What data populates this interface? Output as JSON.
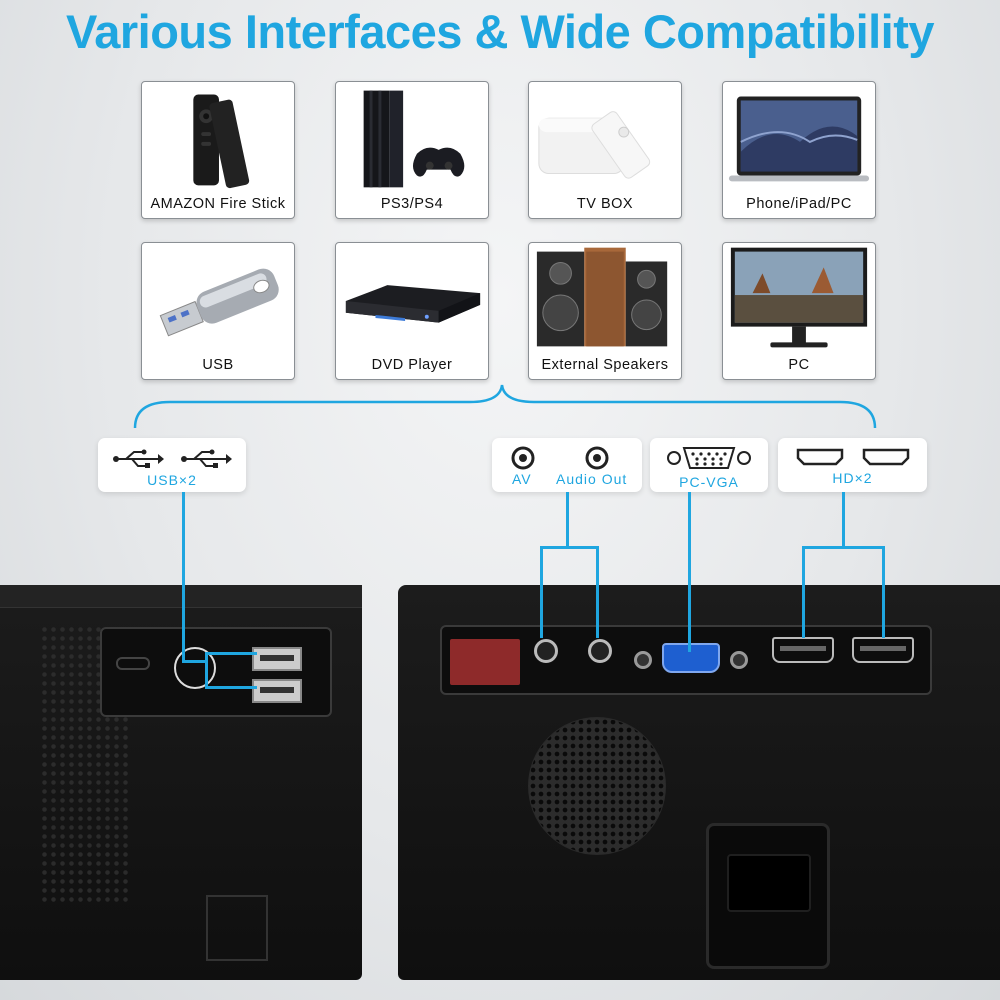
{
  "title": "Various Interfaces & Wide Compatibility",
  "devices": [
    {
      "label": "AMAZON Fire Stick",
      "icon": "fire-stick-remote-icon"
    },
    {
      "label": "PS3/PS4",
      "icon": "game-console-icon"
    },
    {
      "label": "TV BOX",
      "icon": "tv-box-icon"
    },
    {
      "label": "Phone/iPad/PC",
      "icon": "laptop-icon"
    },
    {
      "label": "USB",
      "icon": "usb-drive-icon"
    },
    {
      "label": "DVD Player",
      "icon": "dvd-player-icon"
    },
    {
      "label": "External Speakers",
      "icon": "speakers-icon"
    },
    {
      "label": "PC",
      "icon": "monitor-icon"
    }
  ],
  "ports": {
    "usb": "USB×2",
    "av": "AV",
    "audio_out": "Audio Out",
    "vga": "PC-VGA",
    "hdmi": "HD×2"
  },
  "colors": {
    "accent": "#1fa6e0",
    "projector": "#151515",
    "vga_port": "#1e5fd0",
    "ir_window": "#8e2a2a"
  }
}
